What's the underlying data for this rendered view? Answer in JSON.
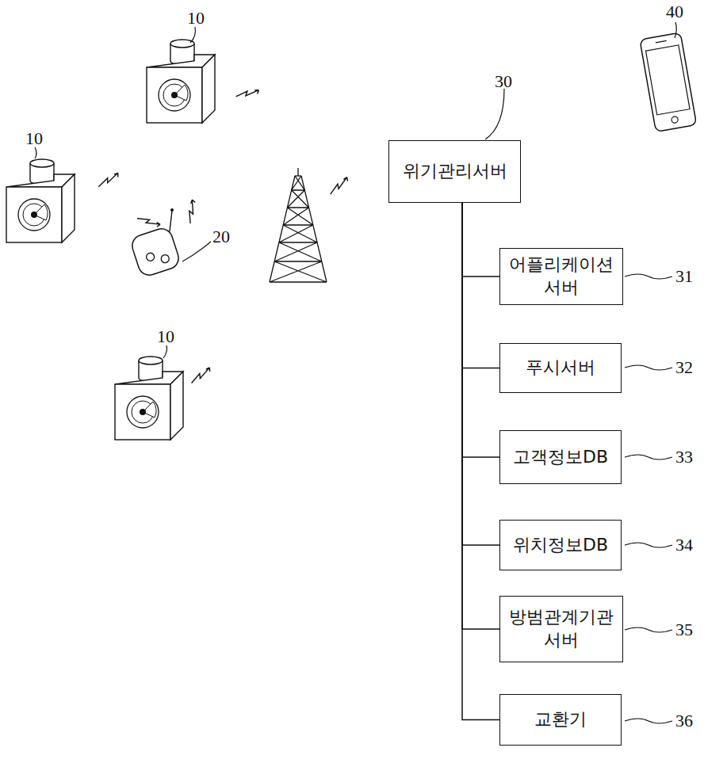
{
  "diagram": {
    "nodes": [
      {
        "text": [
          "위기관리서버"
        ]
      },
      {
        "text": [
          "어플리케이션 서버"
        ]
      },
      {
        "text": [
          "푸시서버"
        ]
      },
      {
        "text": [
          "고객정보DB"
        ]
      },
      {
        "text": [
          "위치정보DB"
        ]
      },
      {
        "text": [
          "방범관계기관 서버"
        ]
      },
      {
        "text": [
          "교환기"
        ]
      }
    ],
    "edges": [
      {
        "from": 0,
        "to": 1,
        "arrow": "none"
      },
      {
        "from": 0,
        "to": 2,
        "arrow": "none"
      },
      {
        "from": 0,
        "to": 3,
        "arrow": "none"
      },
      {
        "from": 0,
        "to": 4,
        "arrow": "none"
      },
      {
        "from": 0,
        "to": 5,
        "arrow": "none"
      },
      {
        "from": 0,
        "to": 6,
        "arrow": "none"
      }
    ],
    "labels": [
      "10",
      "40",
      "30",
      "10",
      "20",
      "31",
      "32",
      "10",
      "33",
      "34",
      "35",
      "36"
    ]
  }
}
